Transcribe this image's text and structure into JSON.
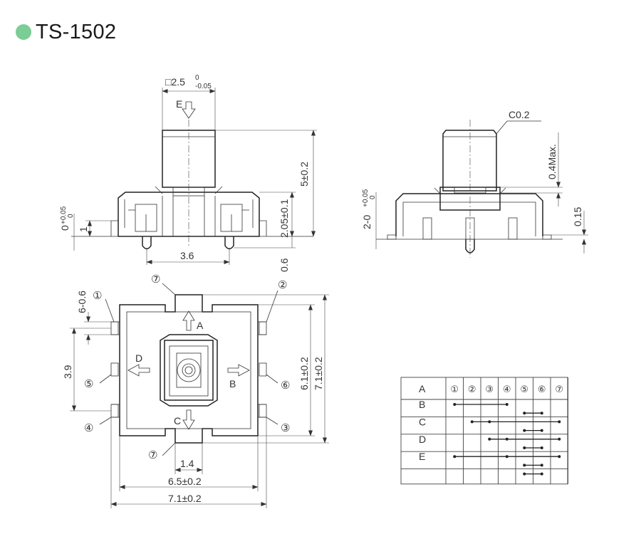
{
  "header": {
    "title": "TS-1502",
    "dot_color": "#7ccc95"
  },
  "front_view": {
    "stem_size": "□2.5",
    "stem_tol_upper": "0",
    "stem_tol_lower": "-0.05",
    "push_label": "E",
    "height_total": "5±0.2",
    "height_body": "2.05±0.1",
    "dim_1": "1",
    "base_tol_value": "0",
    "base_tol_upper": "+0.05",
    "base_tol_lower": "0",
    "pin_pitch": "3.6",
    "pin_len": "0.6"
  },
  "side_view": {
    "chamfer": "C0.2",
    "stem_max": "0.4Max.",
    "base_value": "2-0",
    "base_tol_upper": "+0.05",
    "base_tol_lower": "0",
    "thickness": "0.15"
  },
  "bottom_view": {
    "pin_width": "6-0.6",
    "pin_spacing": "3.9",
    "dir_a": "A",
    "dir_b": "B",
    "dir_c": "C",
    "dir_d": "D",
    "inner_h": "6.1±0.2",
    "outer_h": "7.1±0.2",
    "inner_w": "6.5±0.2",
    "outer_w": "7.1±0.2",
    "tab_w": "1.4",
    "pins": [
      "①",
      "②",
      "③",
      "④",
      "⑤",
      "⑥",
      "⑦",
      "⑦"
    ]
  },
  "truth_table": {
    "columns": [
      "①",
      "②",
      "③",
      "④",
      "⑤",
      "⑥",
      "⑦"
    ],
    "rows": [
      {
        "label": "A",
        "from": null,
        "to": null,
        "dots": []
      },
      {
        "label": "B",
        "from": 1,
        "to": 4,
        "dots": [
          1,
          4
        ]
      },
      {
        "label": "",
        "from": 5,
        "to": 6,
        "dots": [
          5,
          6
        ]
      },
      {
        "label": "C",
        "from": 2,
        "to": 7,
        "dots": [
          2,
          3,
          7
        ]
      },
      {
        "label": "",
        "from": 5,
        "to": 6,
        "dots": [
          5,
          6
        ]
      },
      {
        "label": "D",
        "from": 3,
        "to": 7,
        "dots": [
          3,
          4,
          7
        ]
      },
      {
        "label": "",
        "from": 5,
        "to": 6,
        "dots": [
          5,
          6
        ]
      },
      {
        "label": "E",
        "from": 1,
        "to": 7,
        "dots": [
          1,
          4,
          7
        ]
      },
      {
        "label": "",
        "from": 5,
        "to": 6,
        "dots": [
          5,
          6
        ]
      },
      {
        "label": "",
        "from": 5,
        "to": 6,
        "dots": [
          5,
          6
        ]
      }
    ]
  }
}
